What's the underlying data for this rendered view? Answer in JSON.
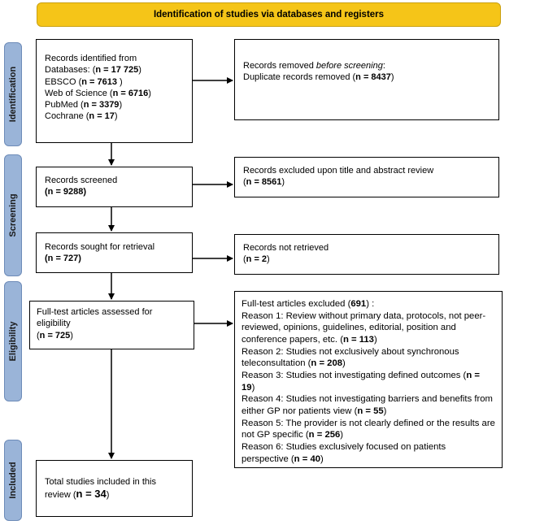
{
  "header": {
    "title": "Identification of studies via databases and registers"
  },
  "phases": {
    "identification": "Identification",
    "screening": "Screening",
    "eligibility": "Eligibility",
    "included": "Included"
  },
  "identified": {
    "l1": "Records identified from",
    "l2_pre": "Databases: (",
    "l2_n": "n = 17 725",
    "l2_post": ")",
    "l3_pre": "EBSCO (",
    "l3_n": "n = 7613",
    "l3_post": " )",
    "l4_pre": "Web of Science (",
    "l4_n": "n = 6716",
    "l4_post": ")",
    "l5_pre": "PubMed (",
    "l5_n": "n = 3379",
    "l5_post": ")",
    "l6_pre": "Cochrane (",
    "l6_n": "n = 17",
    "l6_post": ")"
  },
  "removed": {
    "l1_pre": "Records removed ",
    "l1_em": "before screening",
    "l1_post": ":",
    "l2_pre": "Duplicate records removed  (",
    "l2_n": "n = 8437",
    "l2_post": ")"
  },
  "screened": {
    "l1": "Records screened",
    "n_pre": "(",
    "n": "n = 9288",
    "n_post": ")"
  },
  "excluded_title": {
    "l1": "Records excluded upon title and abstract review",
    "n_pre": "(",
    "n": "n = 8561",
    "n_post": ")"
  },
  "sought": {
    "l1": "Records sought for retrieval",
    "n_pre": "(",
    "n": "n = 727",
    "n_post": ")"
  },
  "not_retrieved": {
    "l1": "Records not retrieved",
    "n_pre": "(",
    "n": "n = 2",
    "n_post": ")"
  },
  "assessed": {
    "l1": "Full-test articles assessed for",
    "l2": "eligibility",
    "n_pre": "(",
    "n": "n = 725",
    "n_post": ")"
  },
  "excluded_full": {
    "head_pre": "Full-test articles excluded (",
    "head_n": "691",
    "head_post": ") :",
    "r1": "Reason 1: Review  without primary data, protocols, not peer-reviewed, opinions, guidelines, editorial, position and conference papers, etc. (",
    "r1_n": "n = 113",
    "r1_post": ")",
    "r2": "Reason 2: Studies not exclusively about synchronous teleconsultation (",
    "r2_n": "n = 208",
    "r2_post": ")",
    "r3": "Reason 3: Studies not investigating defined outcomes (",
    "r3_n": "n = 19",
    "r3_post": ")",
    "r4": "Reason 4: Studies not investigating barriers and benefits from either GP nor patients view (",
    "r4_n": "n = 55",
    "r4_post": ")",
    "r5": "Reason 5: The provider is not clearly defined or the results are not GP specific (",
    "r5_n": "n = 256",
    "r5_post": ")",
    "r6": "Reason 6: Studies exclusively focused on patients perspective (",
    "r6_n": "n = 40",
    "r6_post": ")"
  },
  "included": {
    "l1": "Total studies included in this",
    "l2_pre": "review (",
    "l2_n": "n = 34",
    "l2_post": ")"
  }
}
